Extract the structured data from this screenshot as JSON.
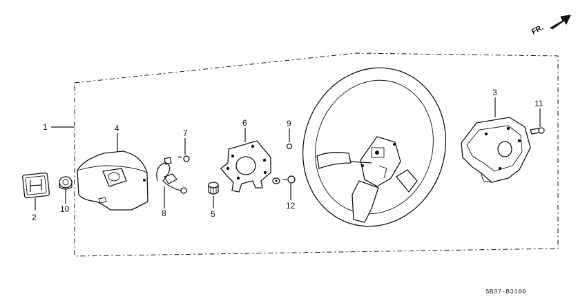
{
  "orientation": {
    "label": "FR."
  },
  "diagram_code": "SB37-B3100",
  "callouts": {
    "c1": "1",
    "c2": "2",
    "c3": "3",
    "c4": "4",
    "c5": "5",
    "c6": "6",
    "c7": "7",
    "c8": "8",
    "c9": "9",
    "c10": "10",
    "c11": "11",
    "c12": "12"
  },
  "parts": {
    "p1": "steering-wheel-assembly",
    "p2": "emblem",
    "p3": "rear-cover",
    "p4": "horn-pad",
    "p5": "collar",
    "p6": "horn-plate",
    "p7": "screw",
    "p8": "horn-wire",
    "p9": "screw",
    "p10": "nut",
    "p11": "screw",
    "p12": "screw"
  }
}
